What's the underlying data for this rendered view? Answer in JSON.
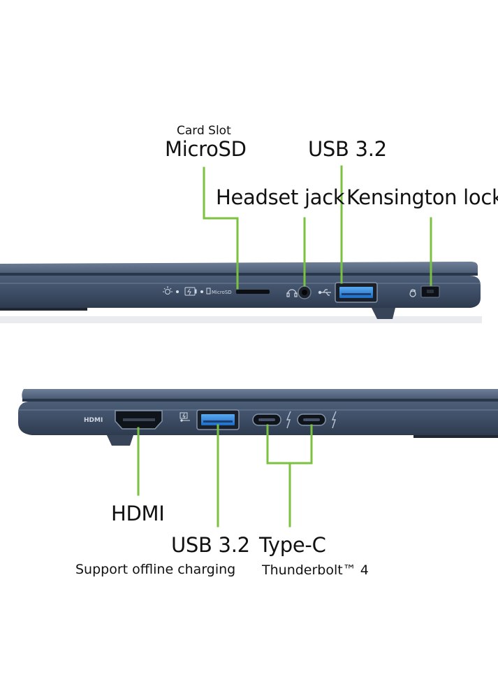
{
  "labels": {
    "card_slot": "Card Slot",
    "microsd": "MicroSD",
    "usb_top": "USB 3.2",
    "headset": "Headset jack",
    "kensington": "Kensington lock",
    "hdmi": "HDMI",
    "usb_bottom": "USB 3.2",
    "usb_bottom_sub": "Support offline charging",
    "typec": "Type-C",
    "typec_sub": "Thunderbolt™ 4"
  },
  "port_markings": {
    "microsd": "MicroSD",
    "hdmi": "HDMI"
  },
  "icons": {
    "top_side": [
      "power-light-icon",
      "battery-charge-icon",
      "storage-icon",
      "headset-icon",
      "usb-icon",
      "lock-icon"
    ],
    "bottom_side": [
      "hdmi-logo",
      "usb-charge-icon",
      "thunderbolt-icon"
    ]
  },
  "colors": {
    "callout_line": "#7bc241",
    "chassis": "#3f5068",
    "chassis_dark": "#2b3a4e",
    "usb_blue": "#2b7fd6"
  }
}
